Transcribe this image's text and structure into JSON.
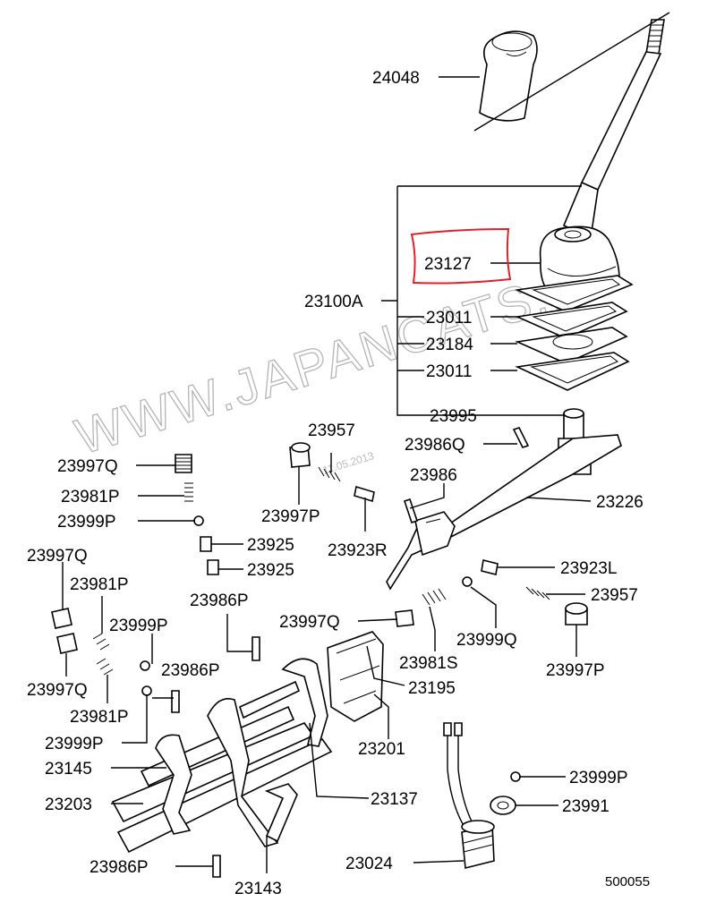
{
  "diagram": {
    "watermark": "WWW.JAPANCATS.RU",
    "watermark_date": "11.05.2013",
    "catalog_number": "500055",
    "highlight_color": "#e0202a",
    "labels": [
      {
        "id": "lbl-24048",
        "text": "24048"
      },
      {
        "id": "lbl-23127",
        "text": "23127"
      },
      {
        "id": "lbl-23100A",
        "text": "23100A"
      },
      {
        "id": "lbl-23011-a",
        "text": "23011"
      },
      {
        "id": "lbl-23184",
        "text": "23184"
      },
      {
        "id": "lbl-23011-b",
        "text": "23011"
      },
      {
        "id": "lbl-23995",
        "text": "23995"
      },
      {
        "id": "lbl-23986Q",
        "text": "23986Q"
      },
      {
        "id": "lbl-23957-top",
        "text": "23957"
      },
      {
        "id": "lbl-23986-top",
        "text": "23986"
      },
      {
        "id": "lbl-23997Q-top",
        "text": "23997Q"
      },
      {
        "id": "lbl-23981P-top",
        "text": "23981P"
      },
      {
        "id": "lbl-23999P-top",
        "text": "23999P"
      },
      {
        "id": "lbl-23997P-top",
        "text": "23997P"
      },
      {
        "id": "lbl-23226",
        "text": "23226"
      },
      {
        "id": "lbl-23925-a",
        "text": "23925"
      },
      {
        "id": "lbl-23925-b",
        "text": "23925"
      },
      {
        "id": "lbl-23923R",
        "text": "23923R"
      },
      {
        "id": "lbl-23997Q-left",
        "text": "23997Q"
      },
      {
        "id": "lbl-23981P-left",
        "text": "23981P"
      },
      {
        "id": "lbl-23923L",
        "text": "23923L"
      },
      {
        "id": "lbl-23986P-mid",
        "text": "23986P"
      },
      {
        "id": "lbl-23957-right",
        "text": "23957"
      },
      {
        "id": "lbl-23999P-left",
        "text": "23999P"
      },
      {
        "id": "lbl-23997Q-mid",
        "text": "23997Q"
      },
      {
        "id": "lbl-23999Q",
        "text": "23999Q"
      },
      {
        "id": "lbl-23997P-right",
        "text": "23997P"
      },
      {
        "id": "lbl-23981S",
        "text": "23981S"
      },
      {
        "id": "lbl-23986P-left",
        "text": "23986P"
      },
      {
        "id": "lbl-23195",
        "text": "23195"
      },
      {
        "id": "lbl-23997Q-low",
        "text": "23997Q"
      },
      {
        "id": "lbl-23981P-low",
        "text": "23981P"
      },
      {
        "id": "lbl-23201",
        "text": "23201"
      },
      {
        "id": "lbl-23999P-low",
        "text": "23999P"
      },
      {
        "id": "lbl-23145",
        "text": "23145"
      },
      {
        "id": "lbl-23999P-right",
        "text": "23999P"
      },
      {
        "id": "lbl-23137",
        "text": "23137"
      },
      {
        "id": "lbl-23203",
        "text": "23203"
      },
      {
        "id": "lbl-23991",
        "text": "23991"
      },
      {
        "id": "lbl-23024",
        "text": "23024"
      },
      {
        "id": "lbl-23986P-bottom",
        "text": "23986P"
      },
      {
        "id": "lbl-23143",
        "text": "23143"
      }
    ]
  }
}
